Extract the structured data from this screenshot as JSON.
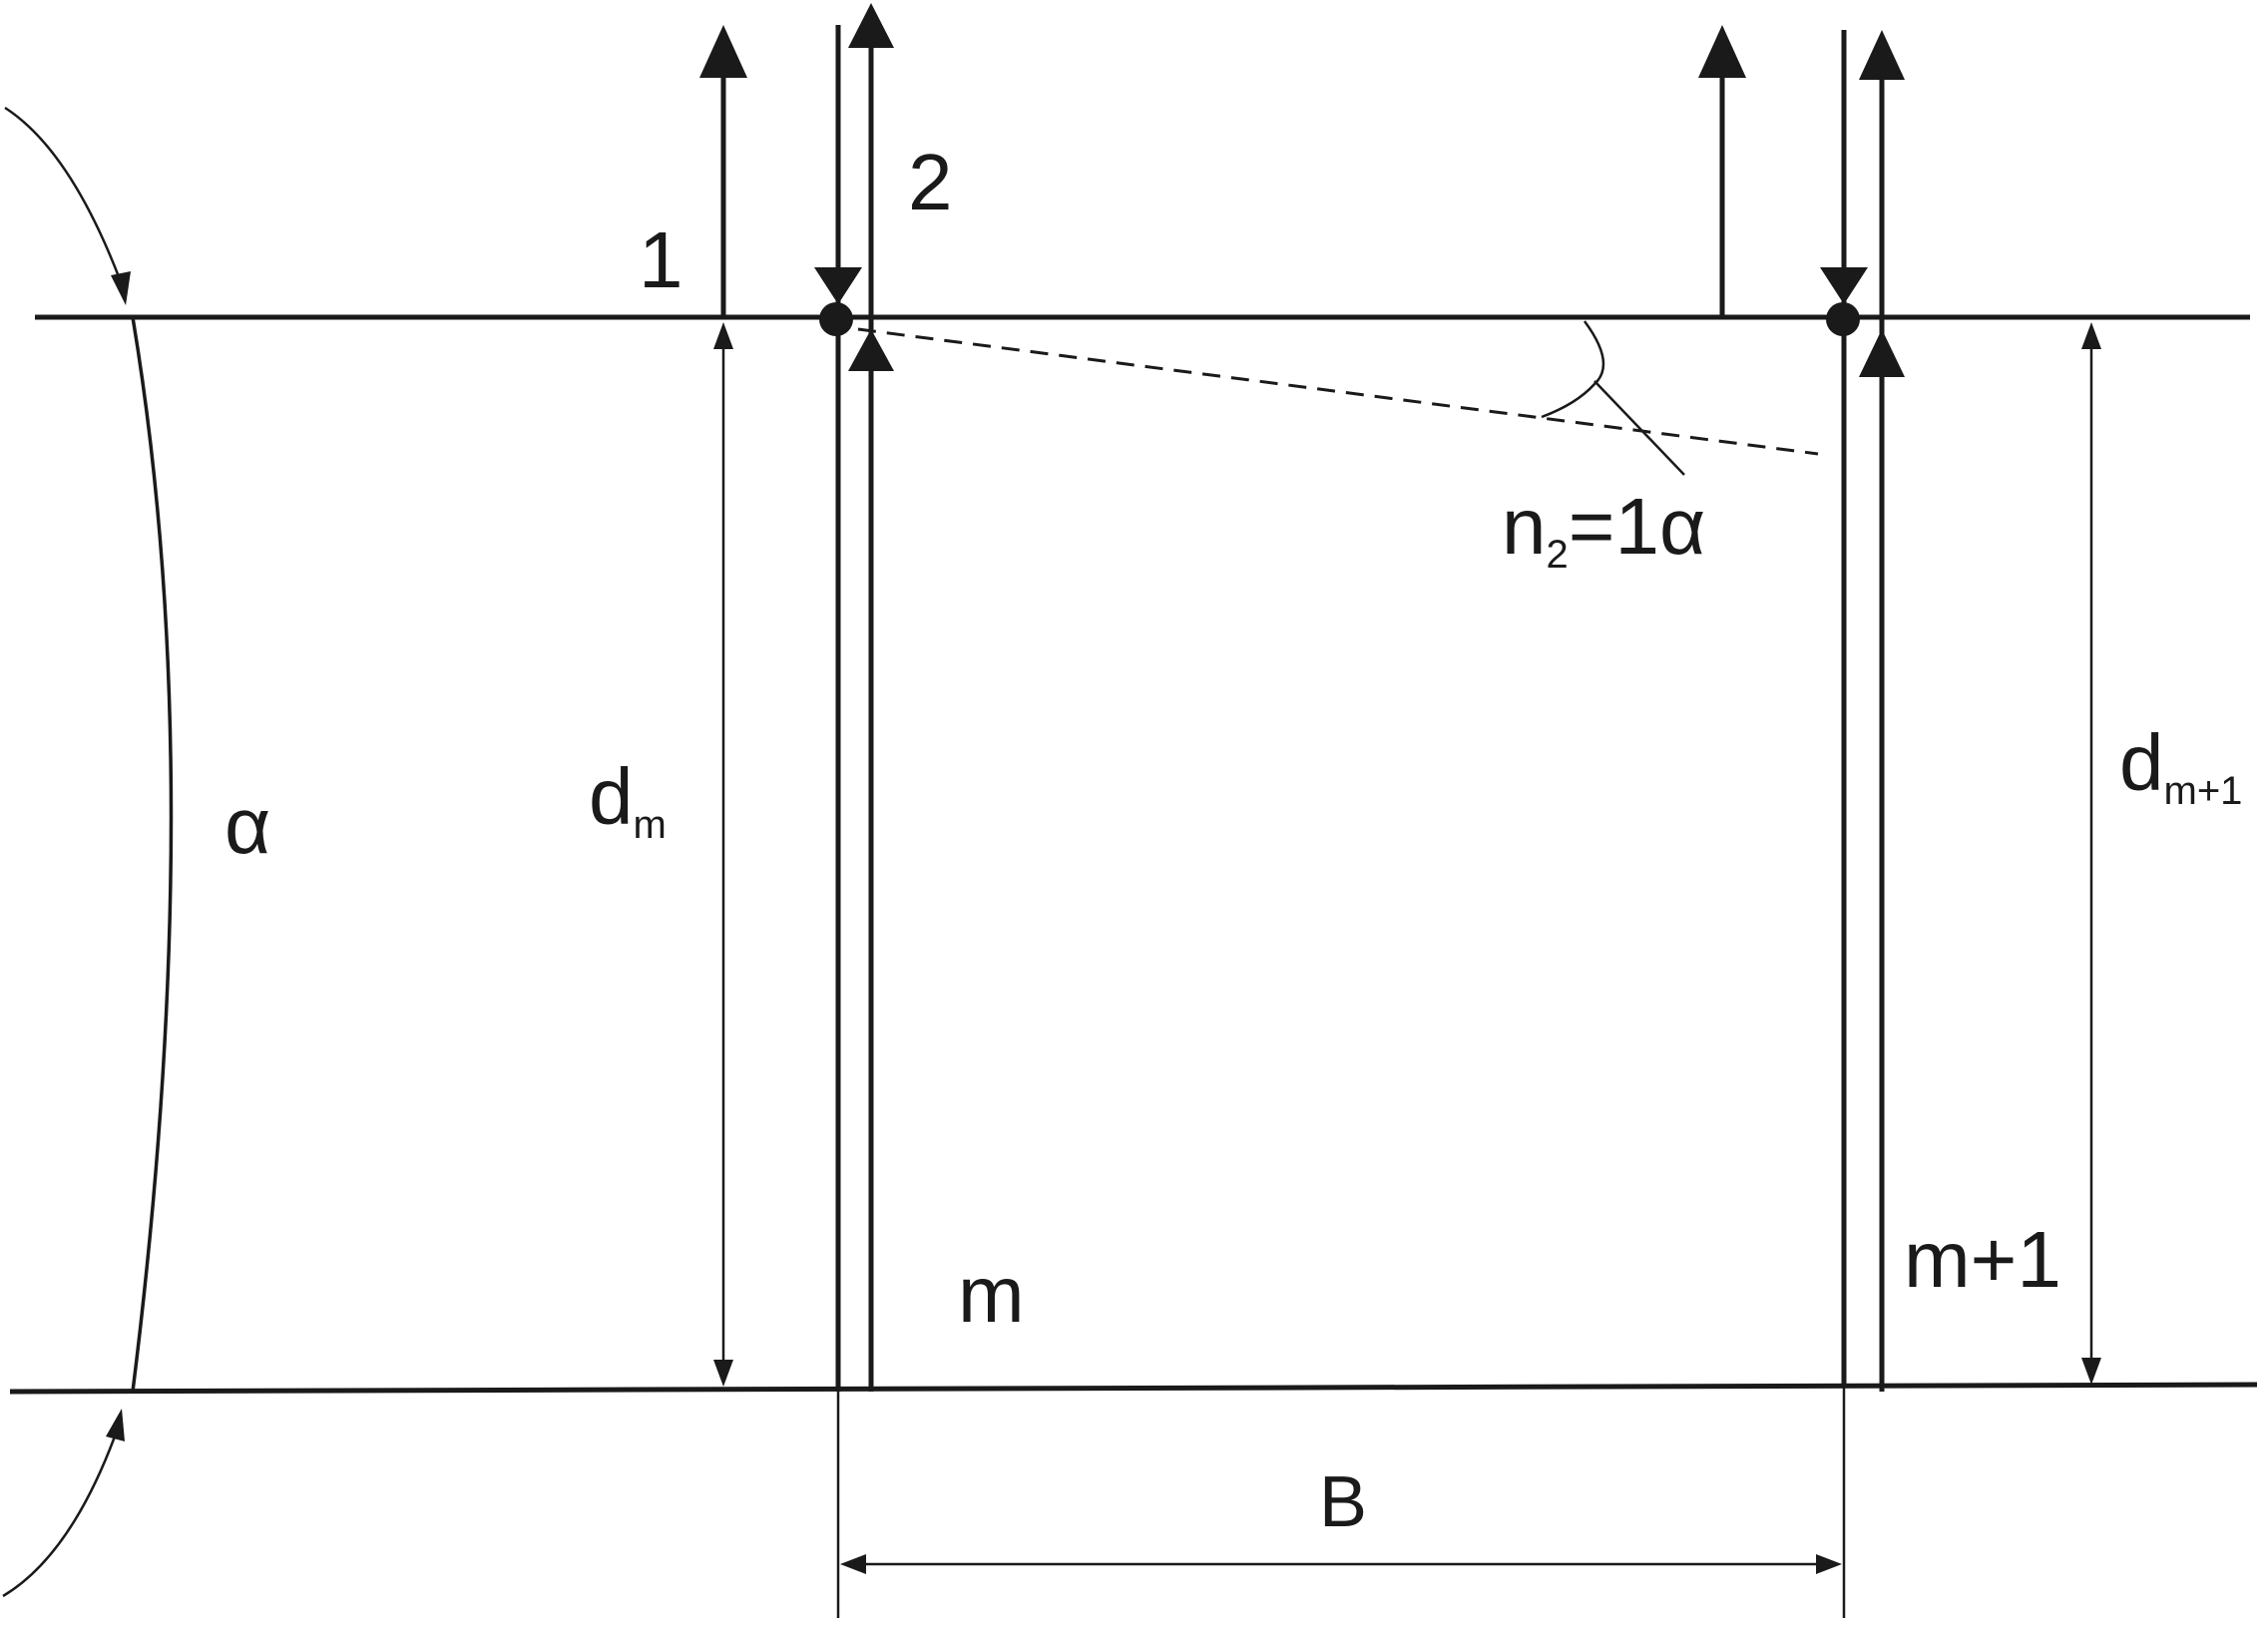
{
  "labels": {
    "alpha": "α",
    "one": "1",
    "two": "2",
    "d_m_base": "d",
    "d_m_sub": "m",
    "d_m1_base": "d",
    "d_m1_sub": "m+1",
    "n2_base": "n",
    "n2_sub": "2",
    "n2_rest": "=1α",
    "m": "m",
    "m_plus_1": "m+1",
    "B": "B"
  },
  "colors": {
    "ink": "#1a1a1a",
    "background": "#ffffff"
  }
}
